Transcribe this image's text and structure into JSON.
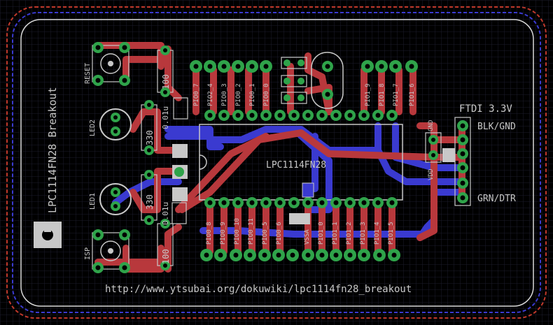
{
  "board": {
    "title": "LPC1114FN28 Breakout",
    "chip_label": "LPC1114FN28",
    "url": "http://www.ytsubai.org/dokuwiki/lpc1114fn28_breakout",
    "ftdi_label": "FTDI 3.3V",
    "ftdi_pin_top": "BLK/GND",
    "ftdi_pin_bottom": "GRN/DTR",
    "reset_label": "RESET",
    "isp_label": "ISP",
    "led2_label": "LED2",
    "led1_label": "LED1",
    "r_top": "100",
    "r_bottom": "100",
    "r_led2": "330",
    "r_led1": "330",
    "cap_top": "0.01u",
    "cap_bottom": "0.01u",
    "gnd_label": "GND",
    "vdd_label": "VDD",
    "top_pins": [
      "PIO0_7",
      "PIO2_4",
      "PIO0_3",
      "PIO0_2",
      "PIO0_1",
      "PIO0_0",
      "PIO1_9",
      "PIO1_8",
      "PIO1_7",
      "PIO1_6"
    ],
    "bottom_pins": [
      "PIO0_8",
      "PIO0_9",
      "PIO0_10",
      "PIO0_11",
      "PIO0_5",
      "PIO0_6",
      "VSSA",
      "PIO1_0",
      "PIO1_1",
      "PIO1_2",
      "PIO1_3",
      "PIO1_4",
      "PIO1_5"
    ]
  },
  "colors": {
    "background": "#000000",
    "grid": "#1a1a2a",
    "top_copper": "#b8383c",
    "bottom_copper": "#3a3ad0",
    "pad": "#2fa34a",
    "silk": "#c8c8c8",
    "outline": "#d8d8d8",
    "border_red": "#c0392b",
    "border_blue": "#3a3ad0"
  }
}
